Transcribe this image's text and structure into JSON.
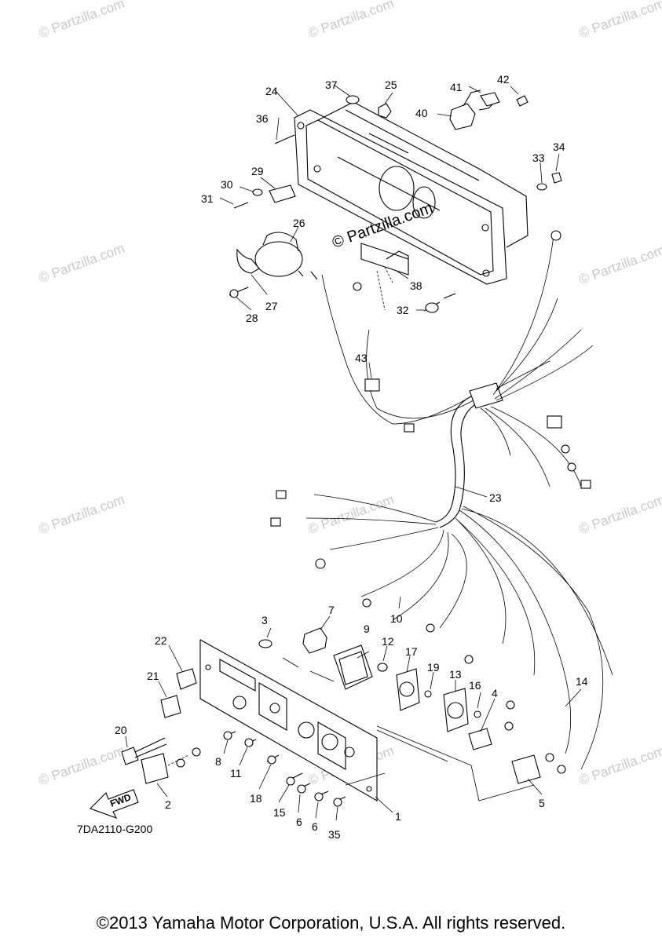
{
  "diagram": {
    "watermark": "© Partzilla.com",
    "code": "7DA2110-G200",
    "fwd_label": "FWD",
    "copyright": "©2013 Yamaha Motor Corporation, U.S.A. All rights reserved.",
    "callouts": [
      "1",
      "2",
      "3",
      "4",
      "5",
      "6",
      "6",
      "7",
      "8",
      "9",
      "10",
      "11",
      "12",
      "13",
      "14",
      "15",
      "16",
      "17",
      "18",
      "19",
      "20",
      "21",
      "22",
      "23",
      "24",
      "25",
      "26",
      "27",
      "28",
      "29",
      "30",
      "31",
      "32",
      "33",
      "34",
      "35",
      "36",
      "37",
      "38",
      "40",
      "41",
      "42",
      "43"
    ]
  }
}
